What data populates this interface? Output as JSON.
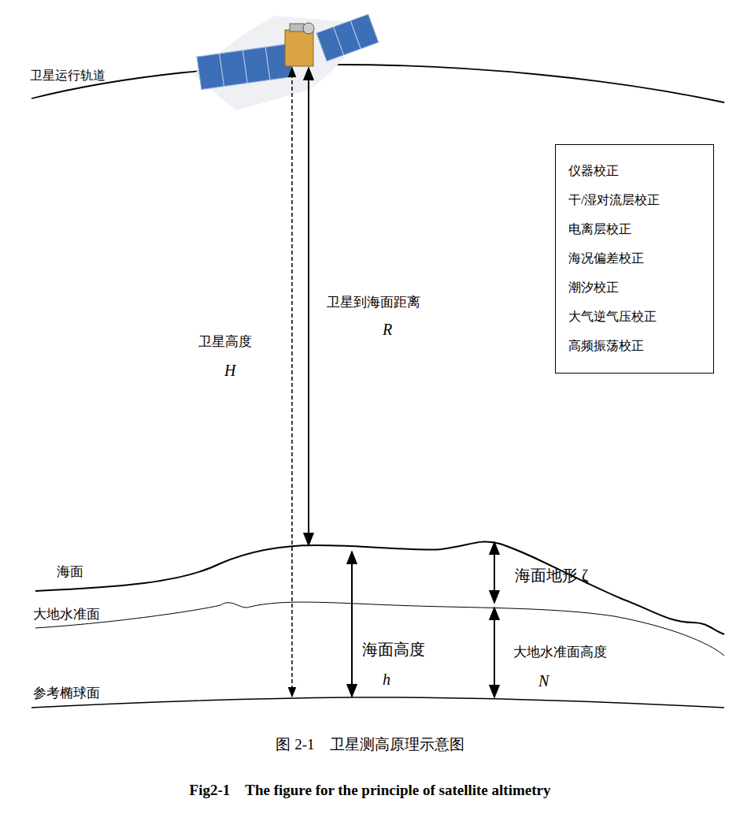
{
  "diagram": {
    "caption": "图 2-1　卫星测高原理示意图",
    "nodes": [
      {
        "text": [
          "仪器校正",
          "干/湿对流层校正",
          "电离层校正",
          "海况偏差校正",
          "潮汐校正",
          "大气逆气压校正",
          "高频振荡校正"
        ]
      }
    ],
    "labels": [
      "卫星运行轨道",
      "卫星高度",
      "H",
      "卫星到海面距离",
      "R",
      "海面",
      "大地水准面",
      "参考椭球面",
      "海面高度",
      "h",
      "海面地形 ζ",
      "大地水准面高度",
      "N",
      "Fig2-1　The figure for the principle of satellite altimetry"
    ]
  }
}
